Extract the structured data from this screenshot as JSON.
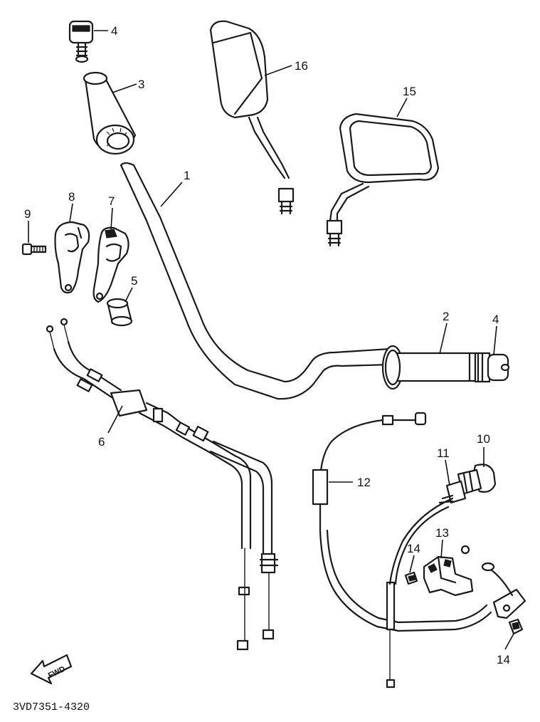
{
  "diagram_code": "3VD7351-4320",
  "fwd_label": "FWD",
  "callouts": {
    "c1": "1",
    "c2": "2",
    "c3": "3",
    "c4a": "4",
    "c4b": "4",
    "c5": "5",
    "c6": "6",
    "c7": "7",
    "c8": "8",
    "c9": "9",
    "c10": "10",
    "c11": "11",
    "c12": "12",
    "c13": "13",
    "c14a": "14",
    "c14b": "14",
    "c15": "15",
    "c16": "16"
  }
}
